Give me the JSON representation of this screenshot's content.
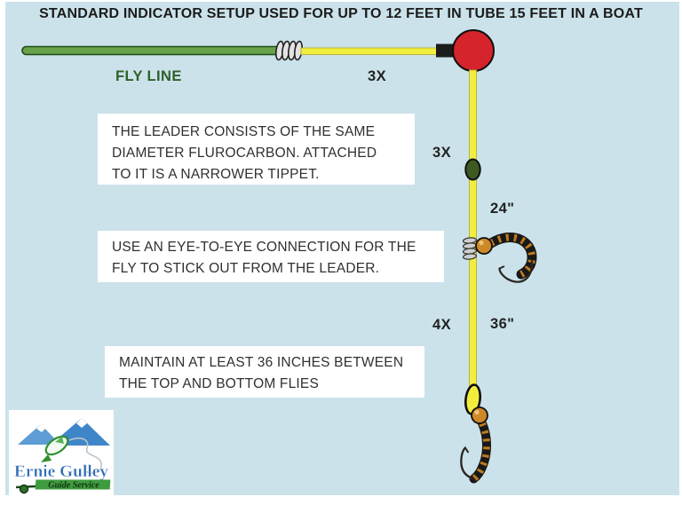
{
  "title": "STANDARD INDICATOR SETUP USED FOR UP TO 12 FEET IN TUBE 15 FEET IN A BOAT",
  "labels": {
    "fly_line": "FLY LINE",
    "tippet_3x_top": "3X",
    "tippet_3x_mid": "3X",
    "length_24": "24\"",
    "tippet_4x": "4X",
    "length_36": "36\""
  },
  "notes": {
    "box1": {
      "lines": [
        "THE LEADER CONSISTS OF THE SAME",
        "DIAMETER FLUROCARBON. ATTACHED",
        "TO IT IS A NARROWER TIPPET."
      ]
    },
    "box2": {
      "lines": [
        "USE AN EYE-TO-EYE CONNECTION FOR THE",
        "FLY TO STICK OUT FROM THE LEADER."
      ]
    },
    "box3": {
      "lines": [
        "MAINTAIN AT LEAST 36 INCHES BETWEEN",
        "THE TOP AND BOTTOM FLIES"
      ]
    }
  },
  "logo": {
    "name": "Ernie Gulley",
    "tagline": "Guide Service"
  },
  "icons": {
    "nail_knot": "nail-knot-coil",
    "strike_indicator": "red-ball-indicator",
    "swivel": "barrel-swivel",
    "top_fly": "bead-head-nymph",
    "bottom_fly": "bead-head-nymph"
  },
  "colors": {
    "background": "#cbe2ea",
    "fly_line_green": "#68a24a",
    "leader_yellow": "#f2ee40",
    "indicator_red": "#d5242b",
    "swivel_green": "#3c5a22",
    "bead_orange": "#cd8928",
    "rib_orange": "#c07a1e",
    "body_black": "#1a1a1a",
    "label_green": "#2d6128",
    "text_dark": "#303030",
    "logo_blue": "#2e6cb5",
    "logo_green": "#3f9b3f"
  }
}
